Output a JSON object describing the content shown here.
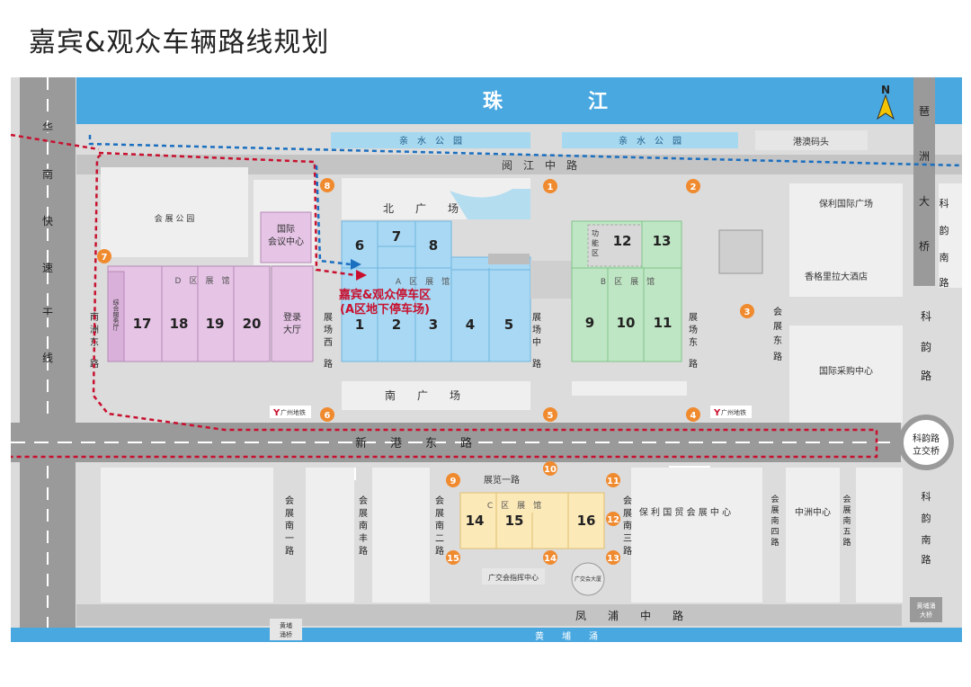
{
  "title": "嘉宾&观众车辆路线规划",
  "compass": "N",
  "river_top": "珠",
  "river_top_2": "江",
  "river_bottom": "黄　　埔　　涌",
  "parks": {
    "left": "亲　水　公　园",
    "right": "亲　水　公　园",
    "pier": "港澳码头"
  },
  "roads": {
    "yuejiang": "阅　江　中　路",
    "xingang": "新　　港　　东　　路",
    "fengpu": "凤　　浦　　中　　路",
    "zhanlan_yi": "展览一路",
    "huanan_1": "华",
    "huanan_2": "南",
    "huanan_3": "快",
    "huanan_4": "速",
    "huanan_5": "干",
    "huanan_6": "线",
    "pazhou_1": "琶",
    "pazhou_2": "洲",
    "pazhou_3": "大",
    "pazhou_4": "桥",
    "keyun_1": "科",
    "keyun_2": "韵",
    "keyun_3": "路",
    "keyun_n_1": "科",
    "keyun_n_2": "韵",
    "keyun_n_3": "南",
    "keyun_n_4": "路",
    "keyun_bn_1": "科",
    "keyun_bn_2": "韵",
    "keyun_bn_3": "南",
    "keyun_bn_4": "路",
    "keyun_bridge_1": "科韵路",
    "keyun_bridge_2": "立交桥",
    "nanzhou_1": "南",
    "nanzhou_2": "洲",
    "nanzhou_3": "东",
    "nanzhou_4": "路",
    "zhanchangxi_1": "展",
    "zhanchangxi_2": "场",
    "zhanchangxi_3": "西",
    "zhanchangxi_4": "路",
    "zhanchangzhong_1": "展",
    "zhanchangzhong_2": "场",
    "zhanchangzhong_3": "中",
    "zhanchangzhong_4": "路",
    "zhanchangdong_1": "展",
    "zhanchangdong_2": "场",
    "zhanchangdong_3": "东",
    "zhanchangdong_4": "路",
    "huizhandong_1": "会",
    "huizhandong_2": "展",
    "huizhandong_3": "东",
    "huizhandong_4": "路",
    "hzn1_1": "会",
    "hzn1_2": "展",
    "hzn1_3": "南",
    "hzn1_4": "一",
    "hzn1_5": "路",
    "hznf_1": "会",
    "hznf_2": "展",
    "hznf_3": "南",
    "hznf_4": "丰",
    "hznf_5": "路",
    "hzn2_1": "会",
    "hzn2_2": "展",
    "hzn2_3": "南",
    "hzn2_4": "二",
    "hzn2_5": "路",
    "hzn3_1": "会",
    "hzn3_2": "展",
    "hzn3_3": "南",
    "hzn3_4": "三",
    "hzn3_5": "路",
    "hzn4_1": "会",
    "hzn4_2": "展",
    "hzn4_3": "南",
    "hzn4_4": "四",
    "hzn4_5": "路",
    "hzn5_1": "会",
    "hzn5_2": "展",
    "hzn5_3": "南",
    "hzn5_4": "五",
    "hzn5_5": "路",
    "huangpu_bridge_l_1": "黄埔",
    "huangpu_bridge_l_2": "涌桥",
    "huangpu_bridge_r_1": "黄埔涌",
    "huangpu_bridge_r_2": "大桥"
  },
  "places": {
    "huizhan_park": "会 展 公 园",
    "intl_conf_1": "国际",
    "intl_conf_2": "会议中心",
    "baoli_plaza": "保利国际广场",
    "shangri_la": "香格里拉大酒店",
    "intl_procure": "国际采购中心",
    "baoli_expo": "保 利 国 贸 会 展 中 心",
    "zhongzhou": "中洲中心",
    "cantonfair_cmd": "广交会指挥中心",
    "cantonfair_tower": "广交会大厦",
    "north_plaza": "北　　广　　场",
    "south_plaza": "南　　广　　场",
    "registration_1": "登录",
    "registration_2": "大厅",
    "service_hall": "综合服务厅",
    "function_area_1": "功",
    "function_area_2": "能",
    "function_area_3": "区",
    "metro_label": "广州地铁"
  },
  "zones": {
    "a_hall": "A　区　展　馆",
    "b_hall": "B　区　展　馆",
    "c_hall": "C　区　展　馆",
    "d_hall": "D　区　展　馆"
  },
  "halls": [
    "1",
    "2",
    "3",
    "4",
    "5",
    "6",
    "7",
    "8",
    "9",
    "10",
    "11",
    "12",
    "13",
    "14",
    "15",
    "16",
    "17",
    "18",
    "19",
    "20"
  ],
  "parking_label_1": "嘉宾&观众停车区",
  "parking_label_2": "(A区地下停车场)",
  "markers": [
    "1",
    "2",
    "3",
    "4",
    "5",
    "6",
    "7",
    "8",
    "9",
    "10",
    "11",
    "12",
    "13",
    "14",
    "15"
  ],
  "colors": {
    "a_zone": "#a8d8f3",
    "b_zone": "#bfe6c4",
    "c_zone": "#fce9b8",
    "d_zone": "#e6c4e6",
    "river": "#49a8e0",
    "road": "#c9c9c9",
    "marker": "#f08a2e",
    "route_red": "#c8102e",
    "route_blue": "#1a6fc0"
  }
}
